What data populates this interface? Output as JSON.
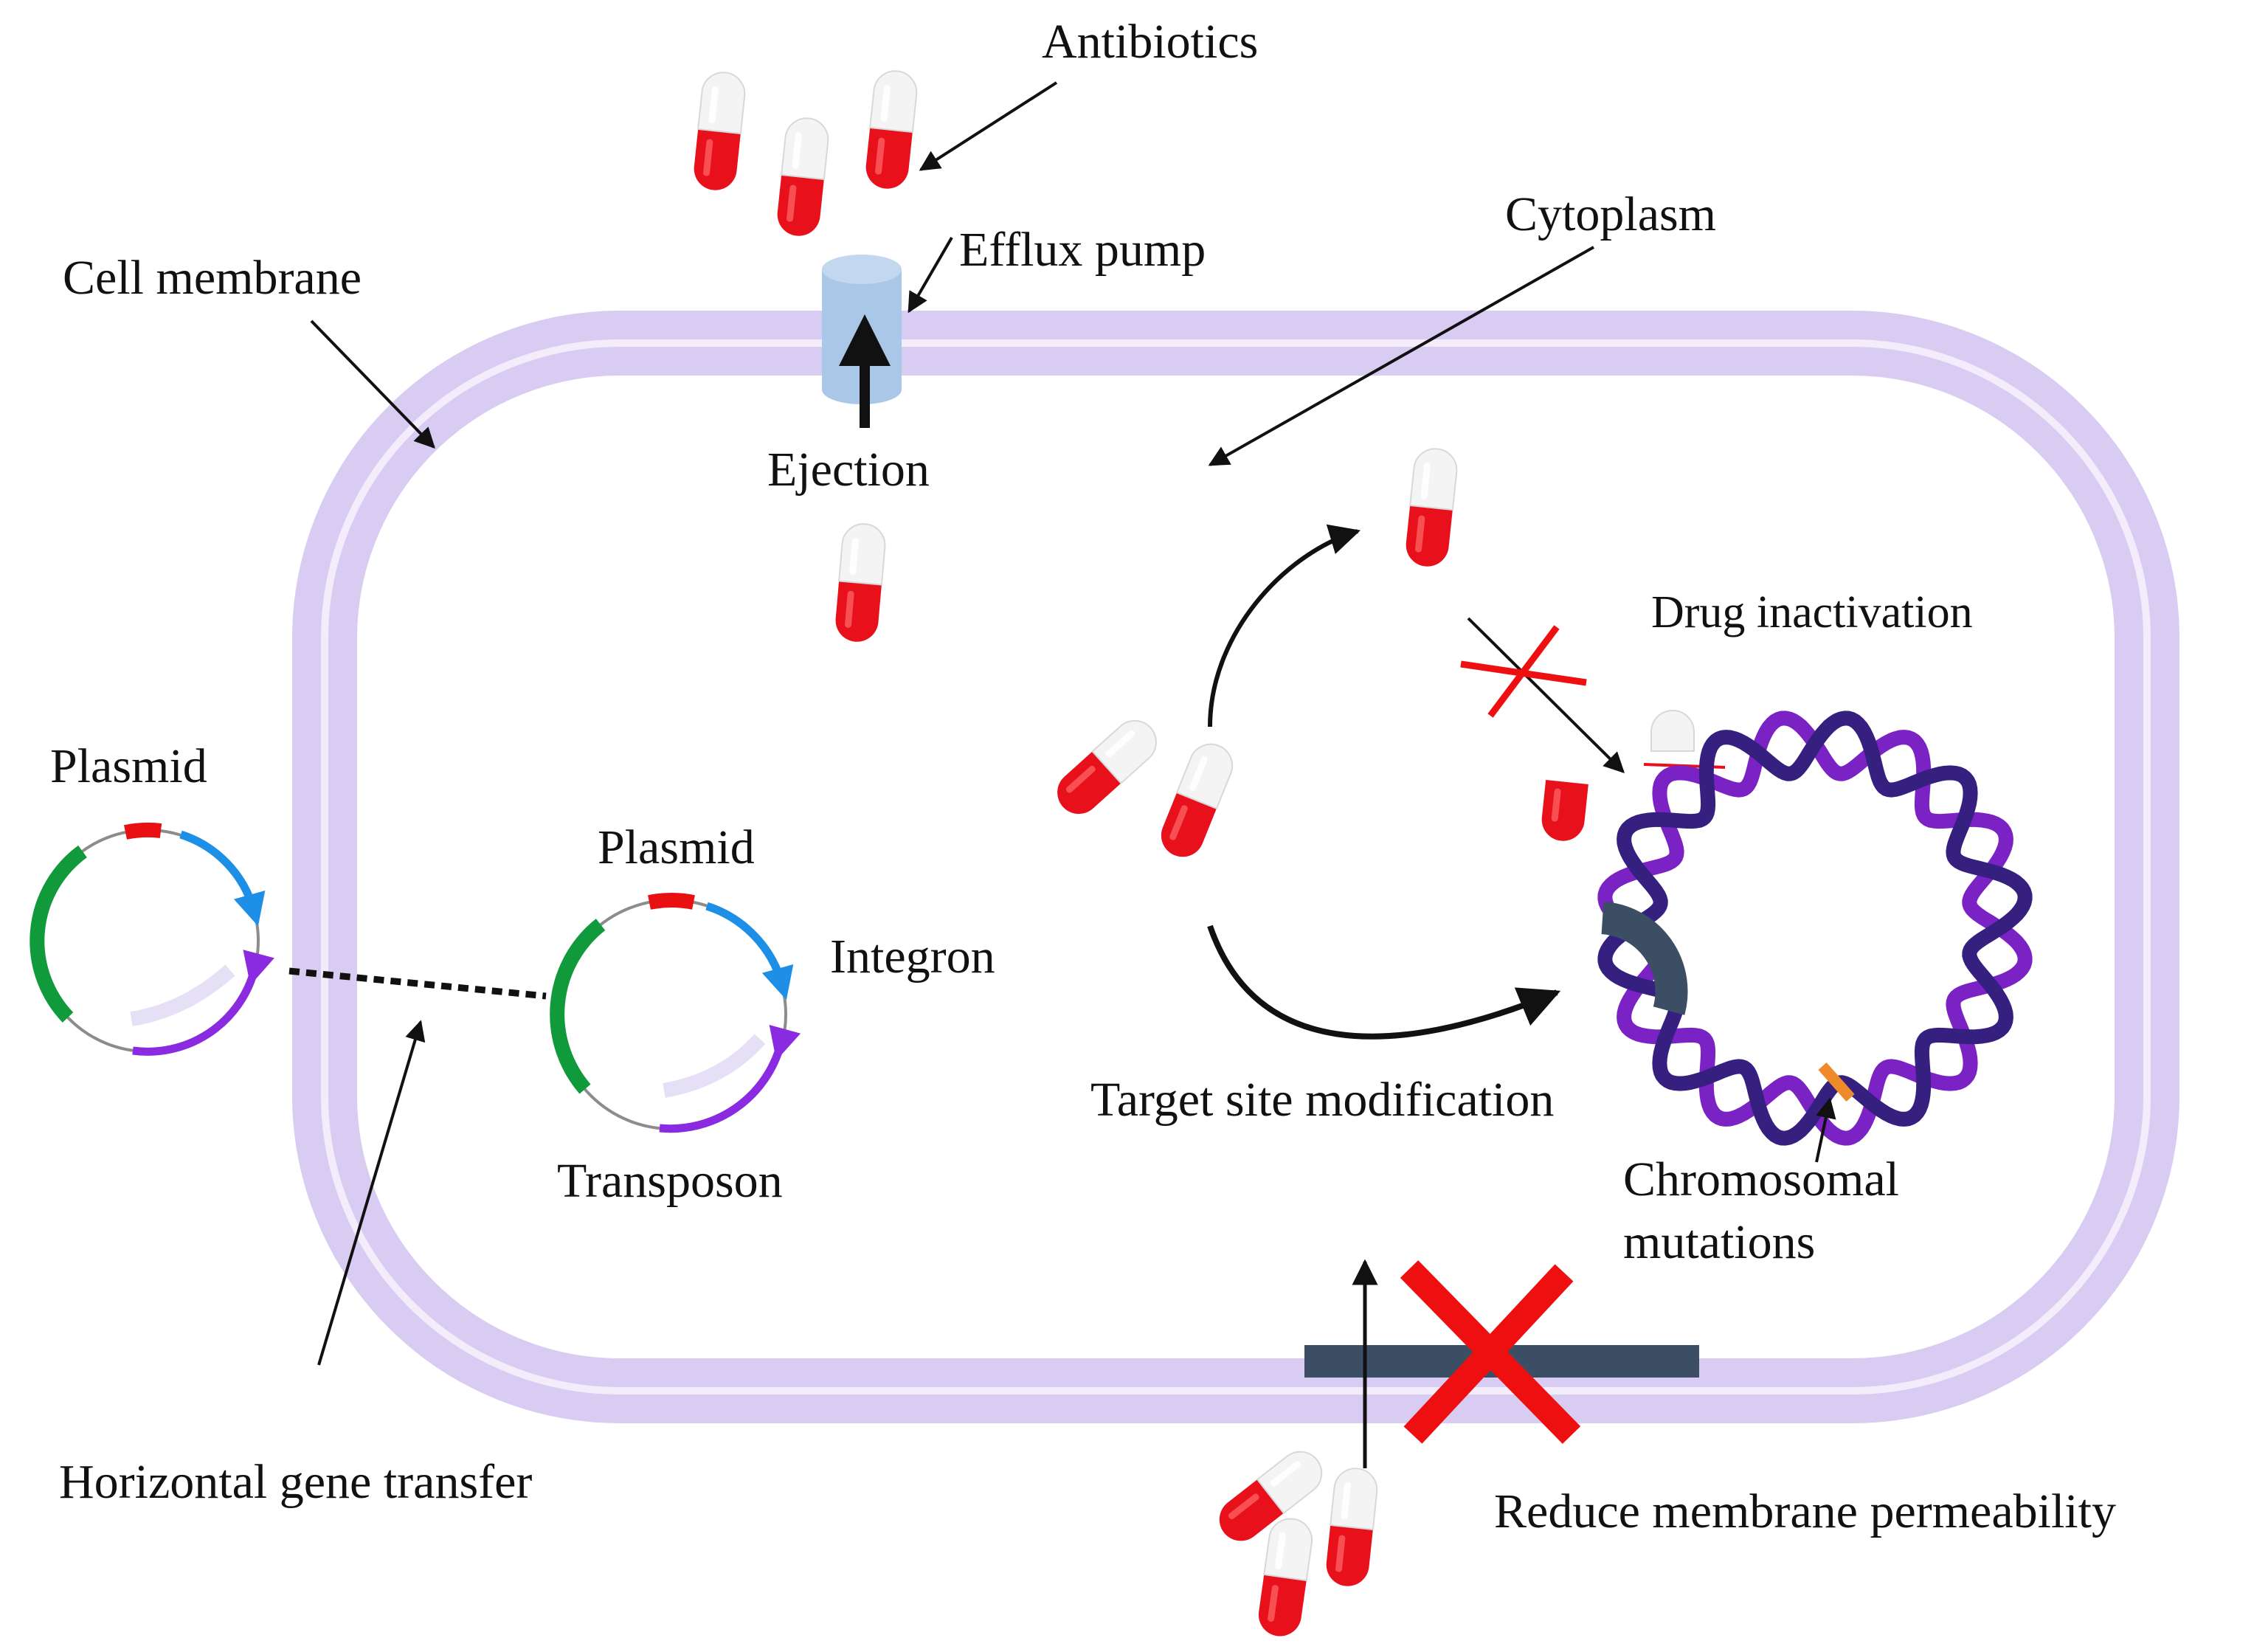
{
  "labels": {
    "antibiotics": "Antibiotics",
    "efflux_pump": "Efflux pump",
    "cytoplasm": "Cytoplasm",
    "cell_membrane": "Cell membrane",
    "ejection": "Ejection",
    "drug_inactivation": "Drug inactivation",
    "plasmid_outside": "Plasmid",
    "plasmid_inside": "Plasmid",
    "integron": "Integron",
    "transposon": "Transposon",
    "target_site_modification": "Target site modification",
    "chromosomal_mutations_line1": "Chromosomal",
    "chromosomal_mutations_line2": "mutations",
    "horizontal_gene_transfer": "Horizontal gene transfer",
    "reduce_membrane_permeability": "Reduce membrane permeability"
  },
  "colors": {
    "membrane": "#d9ccf2",
    "membrane_inner_line": "#f2ecfb",
    "capsule_red": "#e8101a",
    "capsule_white": "#f4f4f4",
    "efflux_pump": "#a9c7e6",
    "block_x": "#ee1010",
    "porin_bar": "#3c4e63",
    "dna_purple": "#7a22c4",
    "dna_dark": "#352080",
    "plasmid_green": "#119a3c",
    "plasmid_blue": "#1e8fe6",
    "plasmid_purple": "#8a2be2",
    "plasmid_red": "#e81010",
    "mutation_orange": "#ef8a2a"
  }
}
